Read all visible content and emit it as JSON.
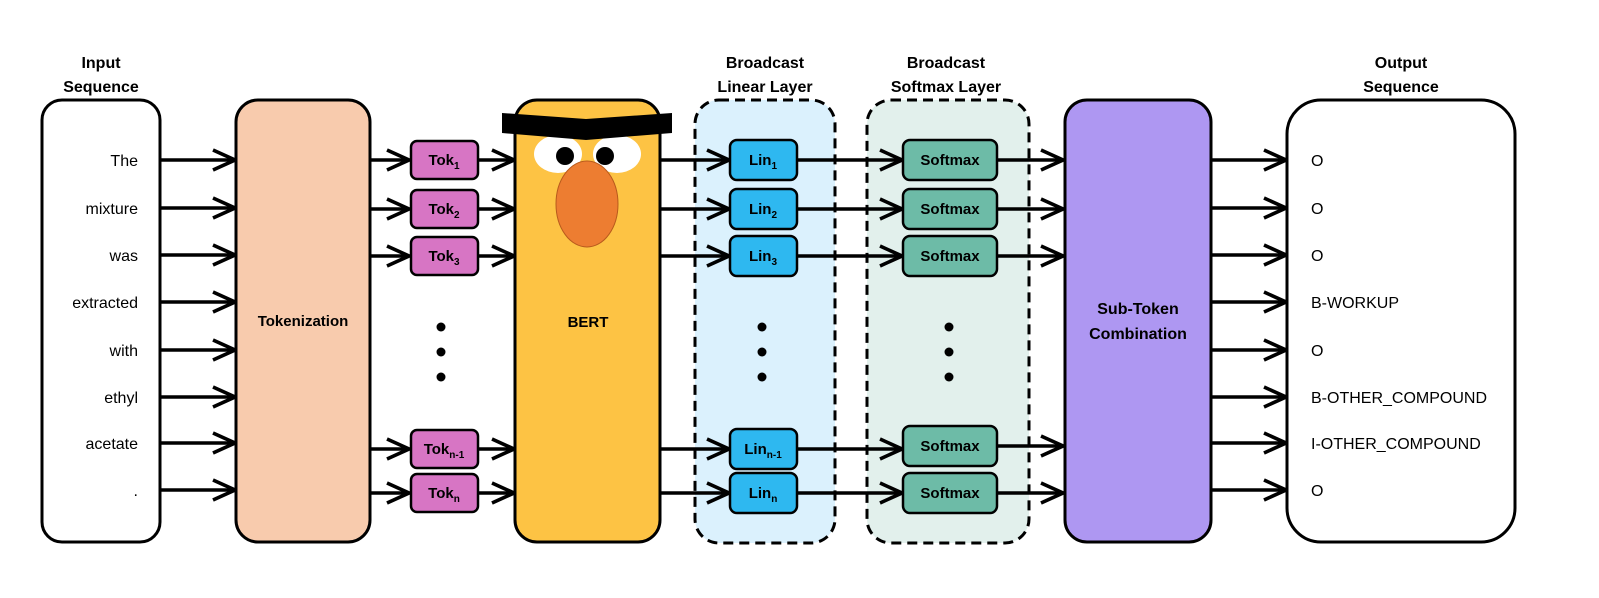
{
  "headers": {
    "input": [
      "Input",
      "Sequence"
    ],
    "linear": [
      "Broadcast",
      "Linear Layer"
    ],
    "softmax": [
      "Broadcast",
      "Softmax Layer"
    ],
    "output": [
      "Output",
      "Sequence"
    ]
  },
  "input_words": [
    "The",
    "mixture",
    "was",
    "extracted",
    "with",
    "ethyl",
    "acetate",
    "."
  ],
  "output_labels": [
    "O",
    "O",
    "O",
    "B-WORKUP",
    "O",
    "B-OTHER_COMPOUND",
    "I-OTHER_COMPOUND",
    "O"
  ],
  "tokenization_label": "Tokenization",
  "bert_label": "BERT",
  "combination_label": [
    "Sub-Token",
    "Combination"
  ],
  "token_boxes": [
    {
      "base": "Tok",
      "sub": "1"
    },
    {
      "base": "Tok",
      "sub": "2"
    },
    {
      "base": "Tok",
      "sub": "3"
    },
    {
      "base": "Tok",
      "sub": "n-1"
    },
    {
      "base": "Tok",
      "sub": "n"
    }
  ],
  "linear_boxes": [
    {
      "base": "Lin",
      "sub": "1"
    },
    {
      "base": "Lin",
      "sub": "2"
    },
    {
      "base": "Lin",
      "sub": "3"
    },
    {
      "base": "Lin",
      "sub": "n-1"
    },
    {
      "base": "Lin",
      "sub": "n"
    }
  ],
  "softmax_label": "Softmax",
  "colors": {
    "tokenization": "#f8cbad",
    "token": "#d775c4",
    "bert": "#fdc344",
    "bert_nose": "#ed7d31",
    "linear_region": "#dbf1fd",
    "linear_box": "#2eb8f0",
    "softmax_region": "#e2f0ec",
    "softmax_box": "#6dbba7",
    "combination": "#ae97f2"
  }
}
